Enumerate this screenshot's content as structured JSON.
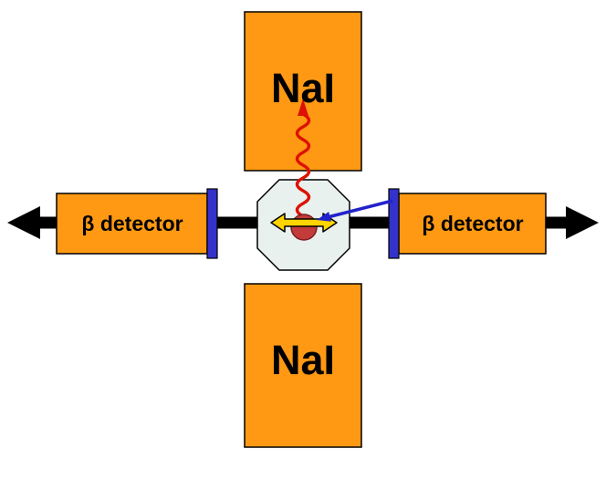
{
  "diagram": {
    "labels": {
      "nai_top": "NaI",
      "nai_bottom": "NaI",
      "beta_left": "β detector",
      "beta_right": "β detector"
    },
    "colors": {
      "detector_orange": "#FF9913",
      "strip_blue": "#3333CC",
      "beam_black": "#000000",
      "chamber_fill": "#E9F1EE",
      "source_red": "#C43B3B",
      "gamma_red": "#DD1100",
      "beta_arrow_blue": "#2222CC",
      "annihilation_yellow": "#FFD400"
    }
  }
}
